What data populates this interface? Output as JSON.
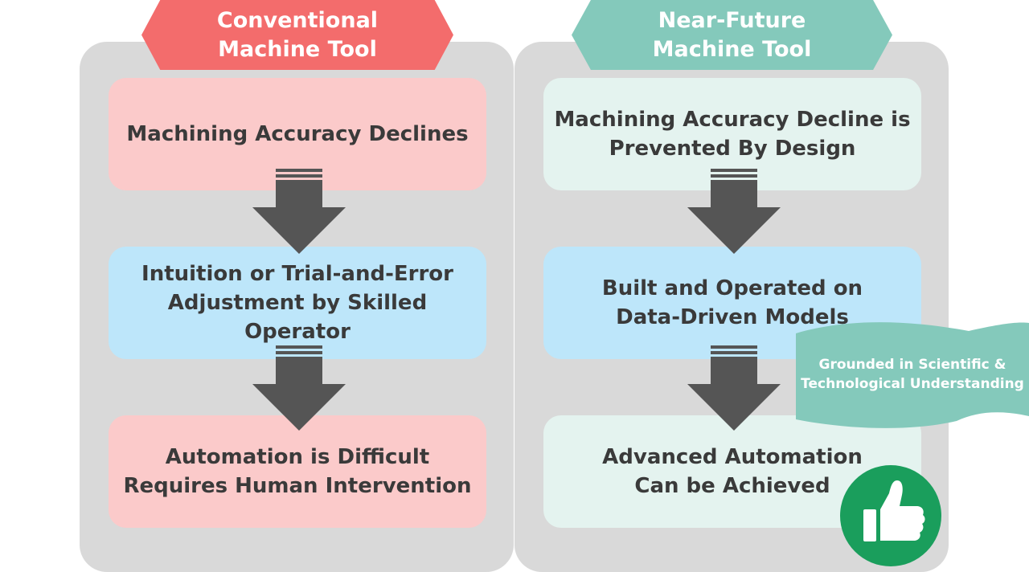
{
  "left_column": {
    "header": "Conventional\nMachine Tool",
    "header_color": "#f36c6c",
    "steps": [
      "Machining Accuracy Declines",
      "Intuition or Trial-and-Error\nAdjustment by Skilled Operator",
      "Automation is Difficult\nRequires Human Intervention"
    ]
  },
  "right_column": {
    "header": "Near-Future\nMachine Tool",
    "header_color": "#84c9bb",
    "steps": [
      "Machining Accuracy Decline is\nPrevented By Design",
      "Built and Operated on\nData-Driven Models",
      "Advanced Automation\nCan be Achieved"
    ]
  },
  "callout": {
    "text": "Grounded in Scientific &\nTechnological Understanding",
    "color": "#84c9bb"
  },
  "badge": {
    "icon": "thumbs-up-icon",
    "color": "#1a9e5c"
  }
}
